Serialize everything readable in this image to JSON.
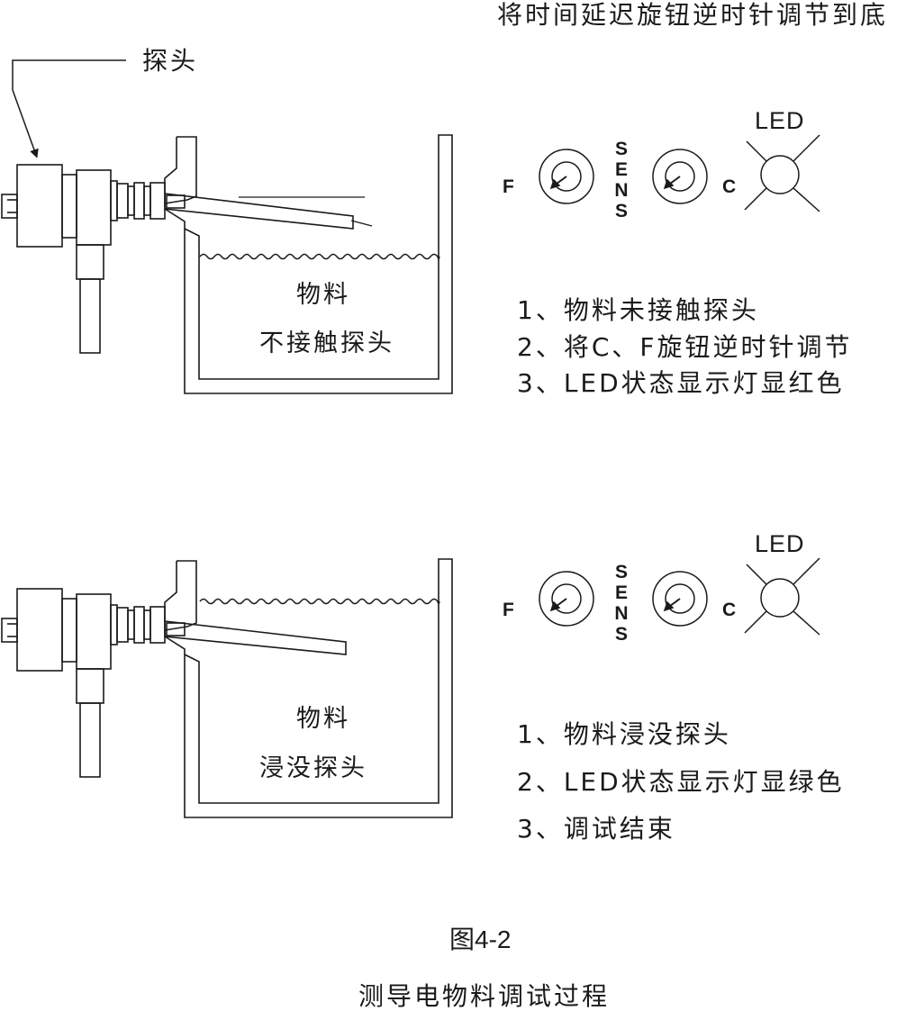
{
  "top_note": "将时间延迟旋钮逆时针调节到底",
  "probe_label": "探头",
  "panel1": {
    "material_line1": "物料",
    "material_line2": "不接触探头",
    "led_label": "LED",
    "left_knob": "F",
    "right_knob": "C",
    "sens_letters": [
      "S",
      "E",
      "N",
      "S"
    ],
    "steps": [
      "1、物料未接触探头",
      "2、将C、F旋钮逆时针调节",
      "3、LED状态显示灯显红色"
    ]
  },
  "panel2": {
    "material_line1": "物料",
    "material_line2": "浸没探头",
    "led_label": "LED",
    "left_knob": "F",
    "right_knob": "C",
    "sens_letters": [
      "S",
      "E",
      "N",
      "S"
    ],
    "steps": [
      "1、物料浸没探头",
      "2、LED状态显示灯显绿色",
      "3、调试结束"
    ]
  },
  "figure_number": "图4-2",
  "caption": "测导电物料调试过程",
  "colors": {
    "stroke": "#1a1a1a",
    "background": "#ffffff"
  }
}
